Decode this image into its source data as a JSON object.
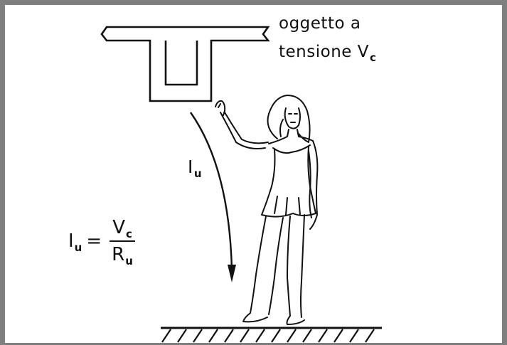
{
  "object_label": {
    "line1": "oggetto a",
    "line2_prefix": "tensione V",
    "line2_sub": "c"
  },
  "current_label": {
    "symbol": "I",
    "sub": "u"
  },
  "formula": {
    "lhs": "I",
    "lhs_sub": "u",
    "equals": "=",
    "num": "V",
    "num_sub": "c",
    "den": "R",
    "den_sub": "u"
  },
  "colors": {
    "frame": "#7f7f7f",
    "ink": "#111111"
  }
}
